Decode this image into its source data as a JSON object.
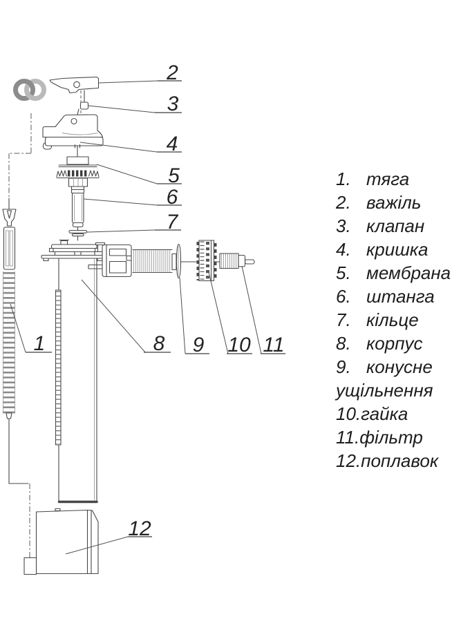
{
  "colors": {
    "background": "#ffffff",
    "ink": "#474747",
    "text": "#1d1d1d",
    "logo_dark": "#8c8c8c",
    "logo_light": "#bababa"
  },
  "logo": {
    "icon": "interlocked-rings"
  },
  "callouts": {
    "c1": "1",
    "c2": "2",
    "c3": "3",
    "c4": "4",
    "c5": "5",
    "c6": "6",
    "c7": "7",
    "c8": "8",
    "c9": "9",
    "c10": "10",
    "c11": "11",
    "c12": "12"
  },
  "legend": {
    "items": [
      {
        "num": "1.",
        "label": "тяга"
      },
      {
        "num": "2.",
        "label": "важіль"
      },
      {
        "num": "3.",
        "label": "клапан"
      },
      {
        "num": "4.",
        "label": "кришка"
      },
      {
        "num": "5.",
        "label": "мембрана"
      },
      {
        "num": "6.",
        "label": "штанга"
      },
      {
        "num": "7.",
        "label": "кільце"
      },
      {
        "num": "8.",
        "label": "корпус"
      },
      {
        "num": "9.",
        "label": "конусне"
      },
      {
        "num": "",
        "label": "ущільнення"
      },
      {
        "num": "10.",
        "label": "гайка"
      },
      {
        "num": "11.",
        "label": "фільтр"
      },
      {
        "num": "12.",
        "label": "поплавок"
      }
    ]
  }
}
